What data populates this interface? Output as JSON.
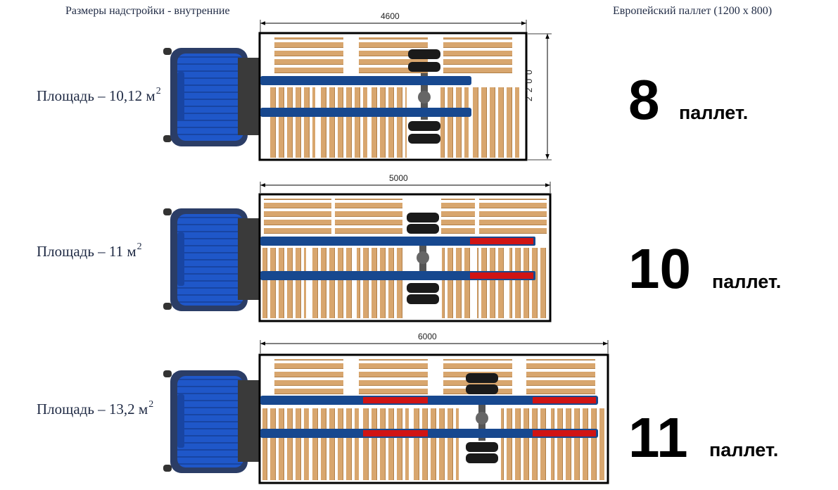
{
  "header": {
    "left": "Размеры надстройки - внутренние",
    "right": "Европейский паллет (1200 х 800)"
  },
  "rows": [
    {
      "area_label": "Площадь – 10,12 м",
      "area_sup": "2",
      "length": "4600",
      "width": "2200",
      "count": "8",
      "unit": "паллет."
    },
    {
      "area_label": "Площадь – 11 м",
      "area_sup": "2",
      "length": "5000",
      "count": "10",
      "unit": "паллет."
    },
    {
      "area_label": "Площадь – 13,2 м",
      "area_sup": "2",
      "length": "6000",
      "count": "11",
      "unit": "паллет."
    }
  ],
  "colors": {
    "cab": "#1f57c9",
    "frame_rail": "#17488f",
    "rail_extension": "#d01414",
    "pallet": "#d8a66e",
    "pallet_dark": "#b07f48",
    "wheel": "#1a1a1a"
  }
}
